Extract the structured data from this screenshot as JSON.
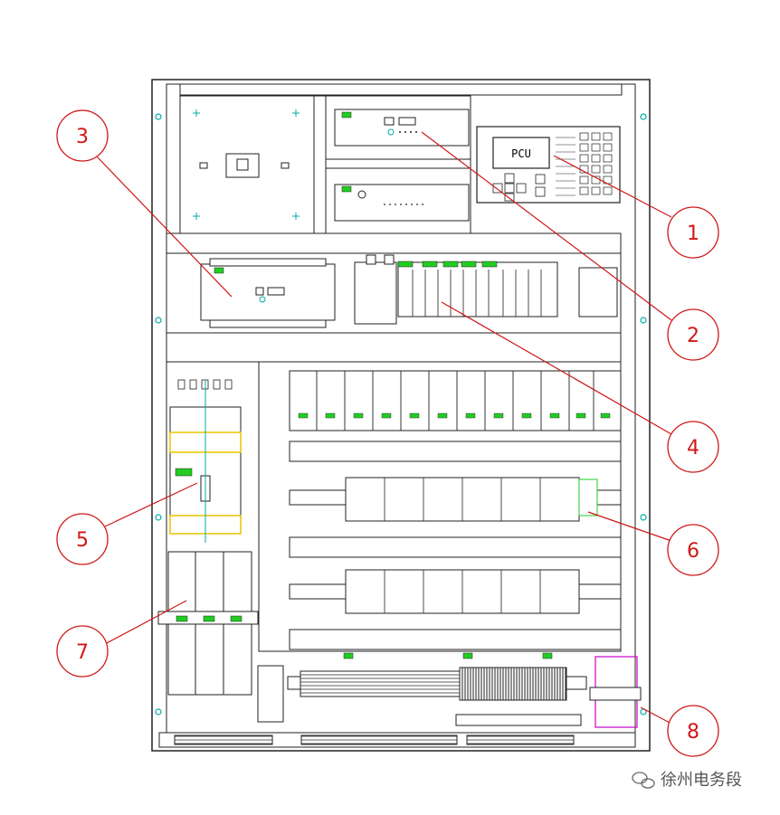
{
  "diagram": {
    "callouts": [
      {
        "label": "1"
      },
      {
        "label": "2"
      },
      {
        "label": "3"
      },
      {
        "label": "4"
      },
      {
        "label": "5"
      },
      {
        "label": "6"
      },
      {
        "label": "7"
      },
      {
        "label": "8"
      }
    ],
    "pcu_label": "PCU",
    "accent": "#22cc22",
    "callout_color": "#d01818",
    "highlight_color": "#cc00cc"
  },
  "watermark": {
    "text": "徐州电务段",
    "icon": "wechat-icon"
  }
}
